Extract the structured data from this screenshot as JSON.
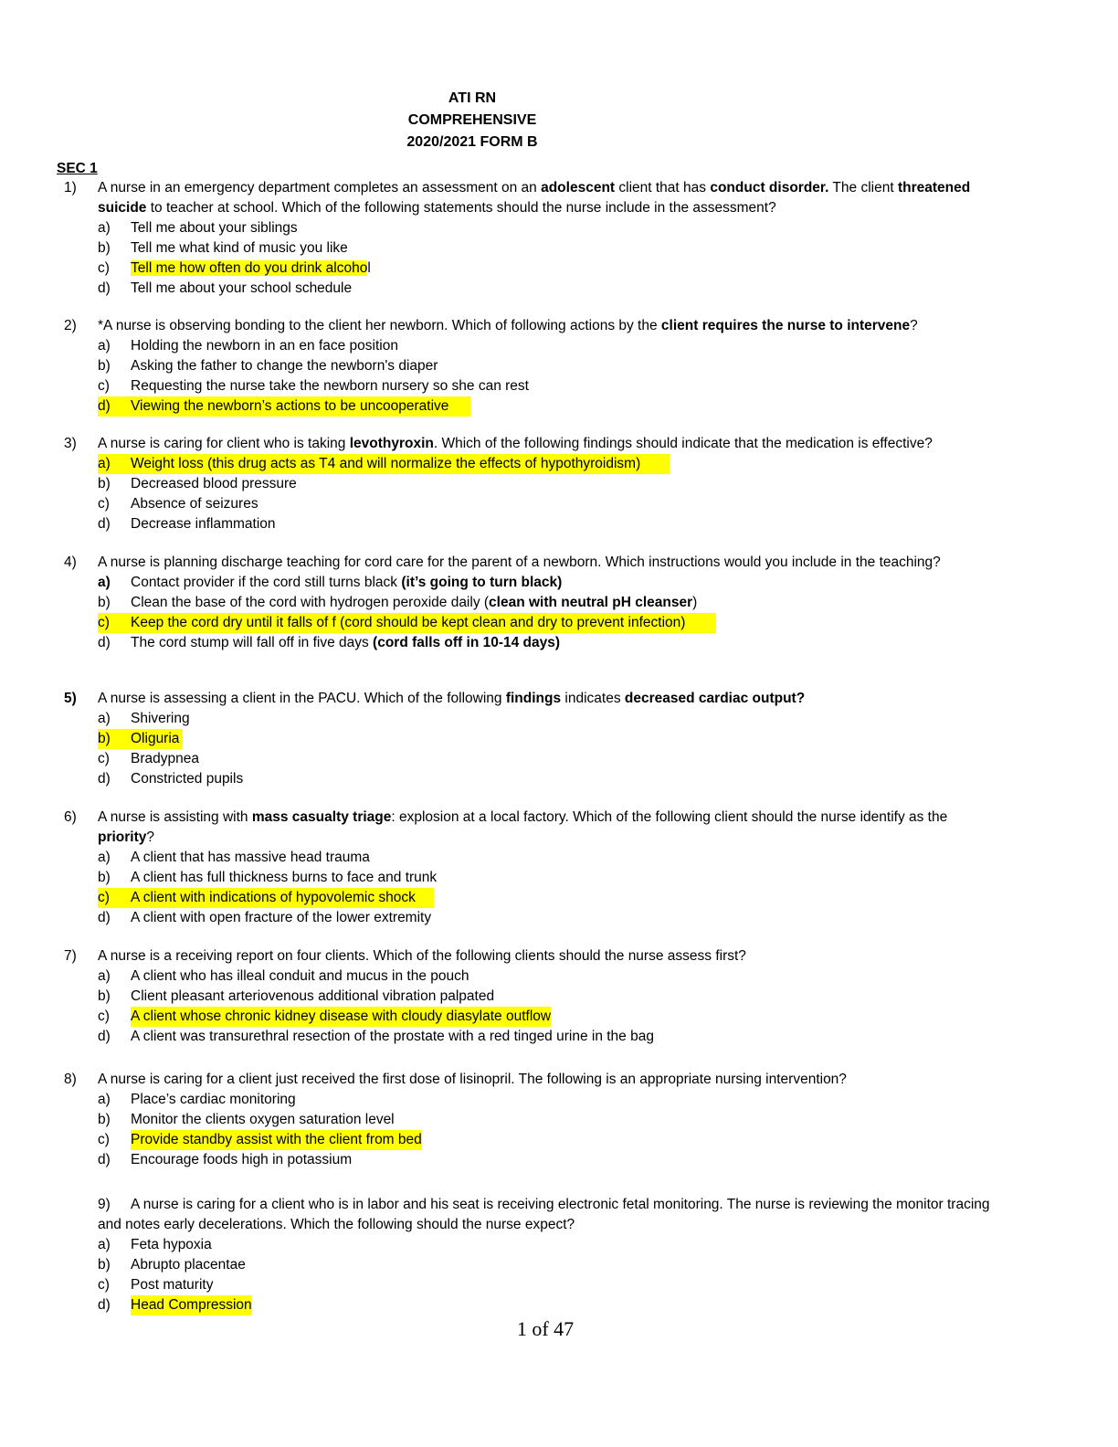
{
  "header": {
    "line1": "ATI RN",
    "line2": "COMPREHENSIVE",
    "line3": "2020/2021 FORM B"
  },
  "section": "SEC 1",
  "q1": {
    "num": "1)",
    "s1": "A nurse in an emergency department completes an assessment on an ",
    "s2": "adolescent",
    "s3": " client that has ",
    "s4": "conduct disorder.",
    "s5": " The client ",
    "s6": "threatened suicide",
    "s7": " to teacher at school. Which of the following statements should the nurse include in the assessment?",
    "options": [
      {
        "l": "a)",
        "t": "Tell me about your siblings"
      },
      {
        "l": "b)",
        "t": "Tell me what kind of music you like"
      },
      {
        "l": "c)",
        "t_hl": "Tell me how often do you drink alcoho",
        "t_rest": "l"
      },
      {
        "l": "d)",
        "t": "Tell me about your school schedule"
      }
    ]
  },
  "q2": {
    "num": "2)",
    "s1": "*A nurse is observing bonding to the client her newborn. Which of following actions by the ",
    "s2": "client requires the nurse to intervene",
    "s3": "?",
    "options": [
      {
        "l": "a)",
        "t": "Holding the newborn in an en face position"
      },
      {
        "l": "b)",
        "t": "Asking the father to change the newborn's diaper"
      },
      {
        "l": "c)",
        "t": "Requesting the nurse take the newborn nursery so she can rest"
      },
      {
        "l": "d)",
        "t": "Viewing the newborn’s actions to be uncooperative"
      }
    ]
  },
  "q3": {
    "num": "3)",
    "s1": "A nurse is caring for client who is taking ",
    "s2": "levothyroxin",
    "s3": ". Which of the following findings should indicate that the medication is effective?",
    "options": [
      {
        "l": "a)",
        "t": "Weight loss (this drug acts as T4 and will normalize the effects of hypothyroidism)"
      },
      {
        "l": "b)",
        "t": "Decreased blood pressure"
      },
      {
        "l": "c)",
        "t": "Absence of seizures"
      },
      {
        "l": "d)",
        "t": "Decrease inflammation"
      }
    ]
  },
  "q4": {
    "num": "4)",
    "stem": "A nurse is planning discharge teaching for cord care for the parent of a newborn. Which instructions would you include in the teaching?",
    "a_l": "a)",
    "a_t1": "Contact provider if the cord still turns black ",
    "a_t2": "(it’s going to turn black)",
    "b_l": "b)",
    "b_t1": "Clean the base of the cord with hydrogen peroxide daily (",
    "b_t2": "clean with neutral pH cleanser",
    "b_t3": ")",
    "c_l": "c)",
    "c_t": "Keep the cord dry until it falls of f (cord should be kept clean and dry to prevent infection)",
    "d_l": "d)",
    "d_t1": "The cord stump will fall off in five days ",
    "d_t2": "(cord falls off in 10-14 days)"
  },
  "q5": {
    "num": "5)",
    "s1": "A nurse is assessing a client in the PACU. Which of the following ",
    "s2": "findings",
    "s3": " indicates ",
    "s4": "decreased cardiac output?",
    "options": [
      {
        "l": "a)",
        "t": "Shivering"
      },
      {
        "l": "b)",
        "t": "Oliguria"
      },
      {
        "l": "c)",
        "t": "Bradypnea"
      },
      {
        "l": "d)",
        "t": "Constricted pupils"
      }
    ]
  },
  "q6": {
    "num": "6)",
    "s1": "A nurse is assisting with ",
    "s2": "mass casualty triage",
    "s3": ": explosion at a local factory. Which of the following client should the nurse identify as the ",
    "s4": "priority",
    "s5": "?",
    "options": [
      {
        "l": "a)",
        "t": "A client that has massive head trauma"
      },
      {
        "l": "b)",
        "t": "A client has full thickness burns to face and trunk"
      },
      {
        "l": "c)",
        "t": "A client with indications of hypovolemic shock"
      },
      {
        "l": "d)",
        "t": "A client with open fracture of the lower extremity"
      }
    ]
  },
  "q7": {
    "num": "7)",
    "stem": "A nurse is a receiving report on four clients. Which of the following clients should the nurse assess first?",
    "options": [
      {
        "l": "a)",
        "t": "A client who has illeal conduit and mucus in the pouch"
      },
      {
        "l": "b)",
        "t": "Client pleasant arteriovenous additional vibration palpated"
      },
      {
        "l": "c)",
        "t": "A client whose chronic kidney disease with cloudy diasylate outflow"
      },
      {
        "l": "d)",
        "t": "A client was transurethral resection of the prostate with a red tinged urine in the bag"
      }
    ]
  },
  "q8": {
    "num": "8)",
    "stem": "A nurse is caring for a client just received the first dose of lisinopril. The following is an appropriate nursing intervention?",
    "options": [
      {
        "l": "a)",
        "t": "Place’s cardiac monitoring"
      },
      {
        "l": "b)",
        "t": "Monitor the clients oxygen saturation level"
      },
      {
        "l": "c)",
        "t": "Provide standby assist with the client from bed"
      },
      {
        "l": "d)",
        "t": "Encourage foods high in potassium"
      }
    ]
  },
  "q9": {
    "num": "9)",
    "line1": "A nurse is caring for a client who is in labor and his seat is receiving electronic fetal monitoring. The nurse is reviewing the monitor tracing",
    "line2": "and notes early decelerations. Which the following should the nurse expect?",
    "options": [
      {
        "l": "a)",
        "t": "Feta hypoxia"
      },
      {
        "l": "b)",
        "t": "Abrupto placentae"
      },
      {
        "l": "c)",
        "t": "Post maturity"
      },
      {
        "l": "d)",
        "t": "Head Compression"
      }
    ]
  },
  "footer": "1 of 47",
  "colors": {
    "highlight": "#ffff00"
  }
}
